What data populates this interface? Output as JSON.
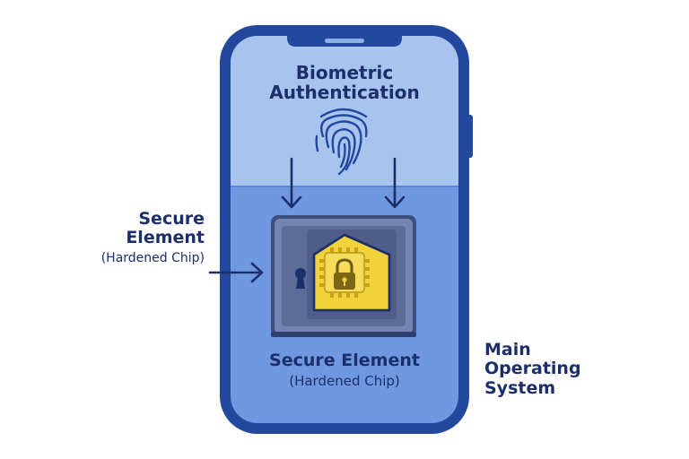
{
  "biometric": {
    "line1": "Biometric",
    "line2": "Authentication"
  },
  "left_callout": {
    "line1": "Secure",
    "line2": "Element",
    "line3": "(Hardened Chip)"
  },
  "secure_element": {
    "title": "Secure Element",
    "subtitle": "(Hardened Chip)"
  },
  "main_os": {
    "line1": "Main",
    "line2": "Operating",
    "line3": "System"
  },
  "icons": [
    "fingerprint-icon",
    "arrow-down-icon",
    "arrow-right-icon",
    "safe-icon",
    "keyhole-icon",
    "chip-icon",
    "padlock-icon"
  ],
  "colors": {
    "phone_outline": "#22489e",
    "screen_top": "#a8c3ee",
    "screen_bottom": "#6f98e0",
    "text": "#1c2f6b",
    "chip": "#f2d23a",
    "safe": "#5d6c96"
  }
}
